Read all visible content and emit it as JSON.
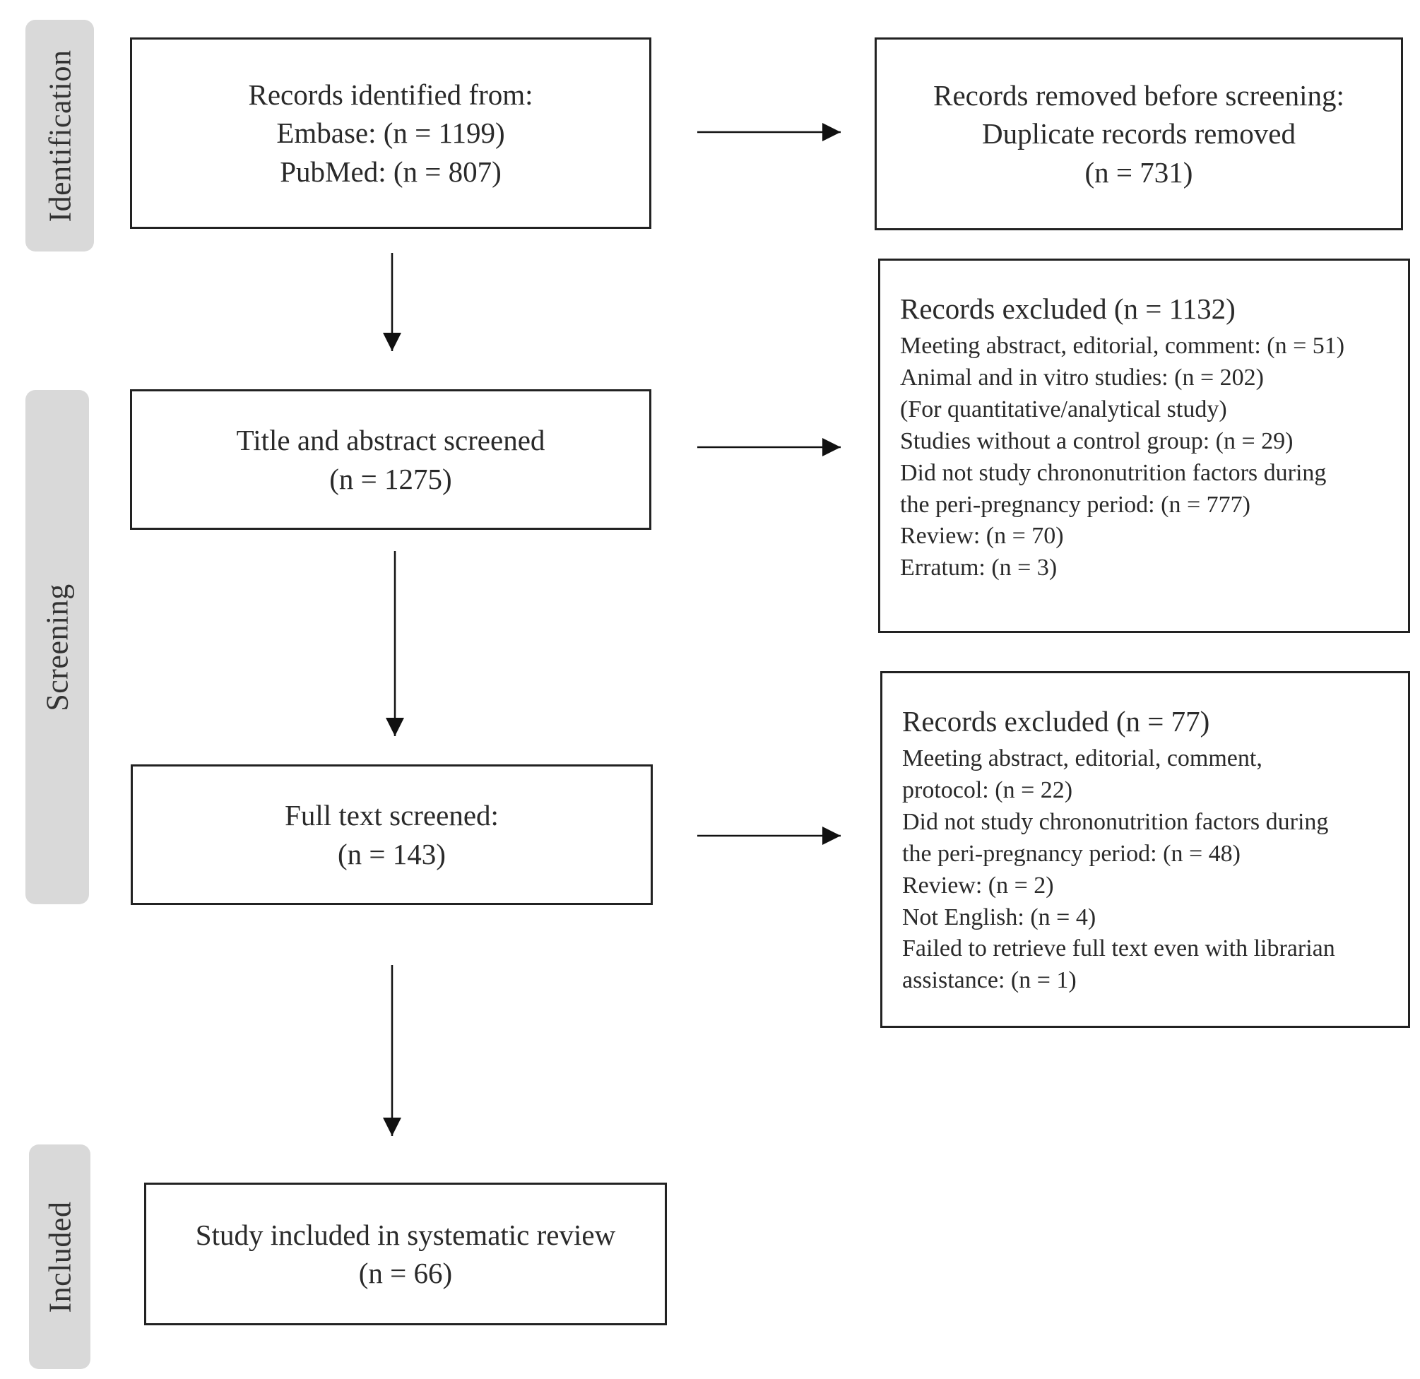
{
  "stages": {
    "identification": "Identification",
    "screening": "Screening",
    "included": "Included"
  },
  "boxes": {
    "records_identified": {
      "lines": [
        "Records identified from:",
        "Embase: (n = 1199)",
        "PubMed: (n = 807)"
      ]
    },
    "records_removed": {
      "lines": [
        "Records removed before screening:",
        "Duplicate records removed",
        "(n = 731)"
      ]
    },
    "title_abstract_screened": {
      "lines": [
        "Title and abstract screened",
        "(n = 1275)"
      ]
    },
    "records_excluded_1": {
      "title": "Records excluded (n = 1132)",
      "items": [
        "Meeting abstract, editorial, comment: (n = 51)",
        "Animal and in vitro studies: (n = 202)",
        "(For quantitative/analytical study)",
        "Studies without a control group: (n = 29)",
        "Did not study chrononutrition factors during",
        "the peri-pregnancy period: (n = 777)",
        "Review: (n = 70)",
        "Erratum: (n = 3)"
      ]
    },
    "full_text_screened": {
      "lines": [
        "Full text screened:",
        "(n = 143)"
      ]
    },
    "records_excluded_2": {
      "title": "Records excluded (n = 77)",
      "items": [
        "Meeting abstract, editorial, comment,",
        "protocol: (n = 22)",
        "Did not study chrononutrition factors during",
        "the peri-pregnancy period: (n = 48)",
        "Review: (n = 2)",
        "Not English: (n = 4)",
        "Failed to retrieve full text even with librarian",
        "assistance: (n = 1)"
      ]
    },
    "study_included": {
      "lines": [
        "Study included in systematic review",
        "(n = 66)"
      ]
    }
  }
}
